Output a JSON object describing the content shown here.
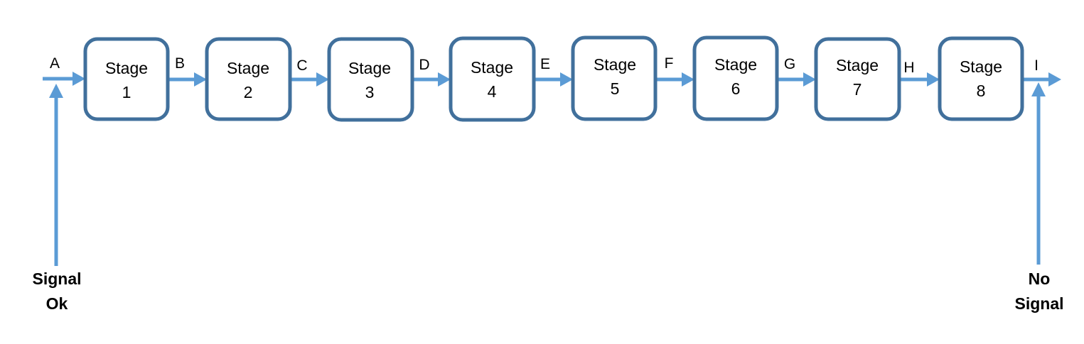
{
  "stages": [
    {
      "line1": "Stage",
      "line2": "1"
    },
    {
      "line1": "Stage",
      "line2": "2"
    },
    {
      "line1": "Stage",
      "line2": "3"
    },
    {
      "line1": "Stage",
      "line2": "4"
    },
    {
      "line1": "Stage",
      "line2": "5"
    },
    {
      "line1": "Stage",
      "line2": "6"
    },
    {
      "line1": "Stage",
      "line2": "7"
    },
    {
      "line1": "Stage",
      "line2": "8"
    }
  ],
  "nodes": [
    "A",
    "B",
    "C",
    "D",
    "E",
    "F",
    "G",
    "H",
    "I"
  ],
  "signals": {
    "left": {
      "line1": "Signal",
      "line2": "Ok"
    },
    "right": {
      "line1": "No",
      "line2": "Signal"
    }
  },
  "colors": {
    "box_stroke": "#41709c",
    "arrow": "#5b9bd5",
    "text": "#000000"
  }
}
